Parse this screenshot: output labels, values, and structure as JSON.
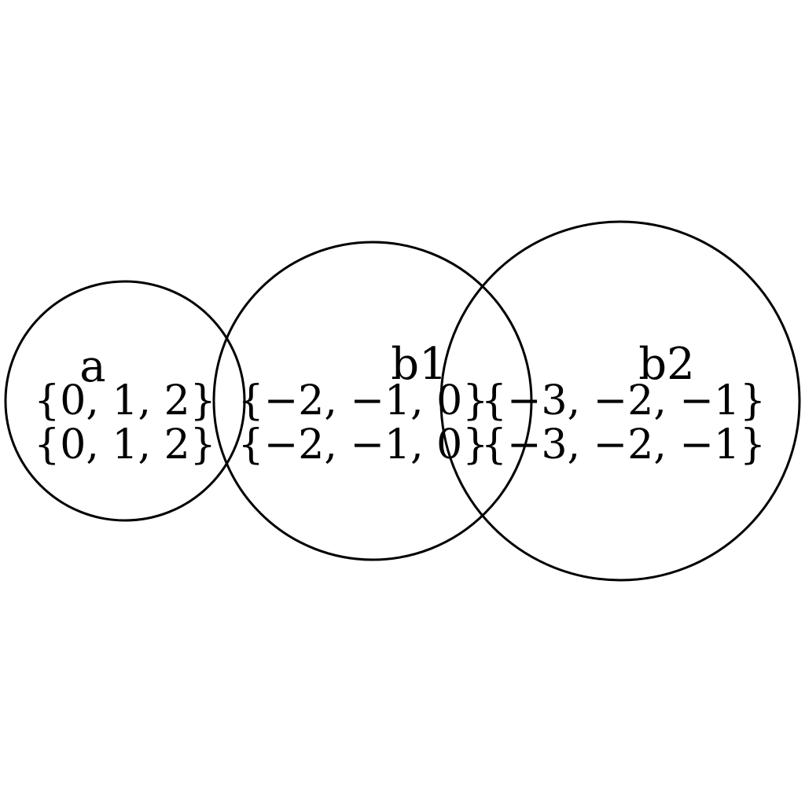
{
  "nodes": [
    {
      "id": "a",
      "label": "a",
      "set_line_1": "{0, 1, 2}",
      "set_line_2": "{0, 1, 2}"
    },
    {
      "id": "b1",
      "label": "b1",
      "set_line_1": "{−2, −1, 0}",
      "set_line_2": "{−2, −1, 0}"
    },
    {
      "id": "b2",
      "label": "b2",
      "set_line_1": "{−3, −2, −1}",
      "set_line_2": "{−3, −2, −1}"
    }
  ],
  "colors": {
    "stroke": "#000000",
    "background": "#ffffff"
  }
}
